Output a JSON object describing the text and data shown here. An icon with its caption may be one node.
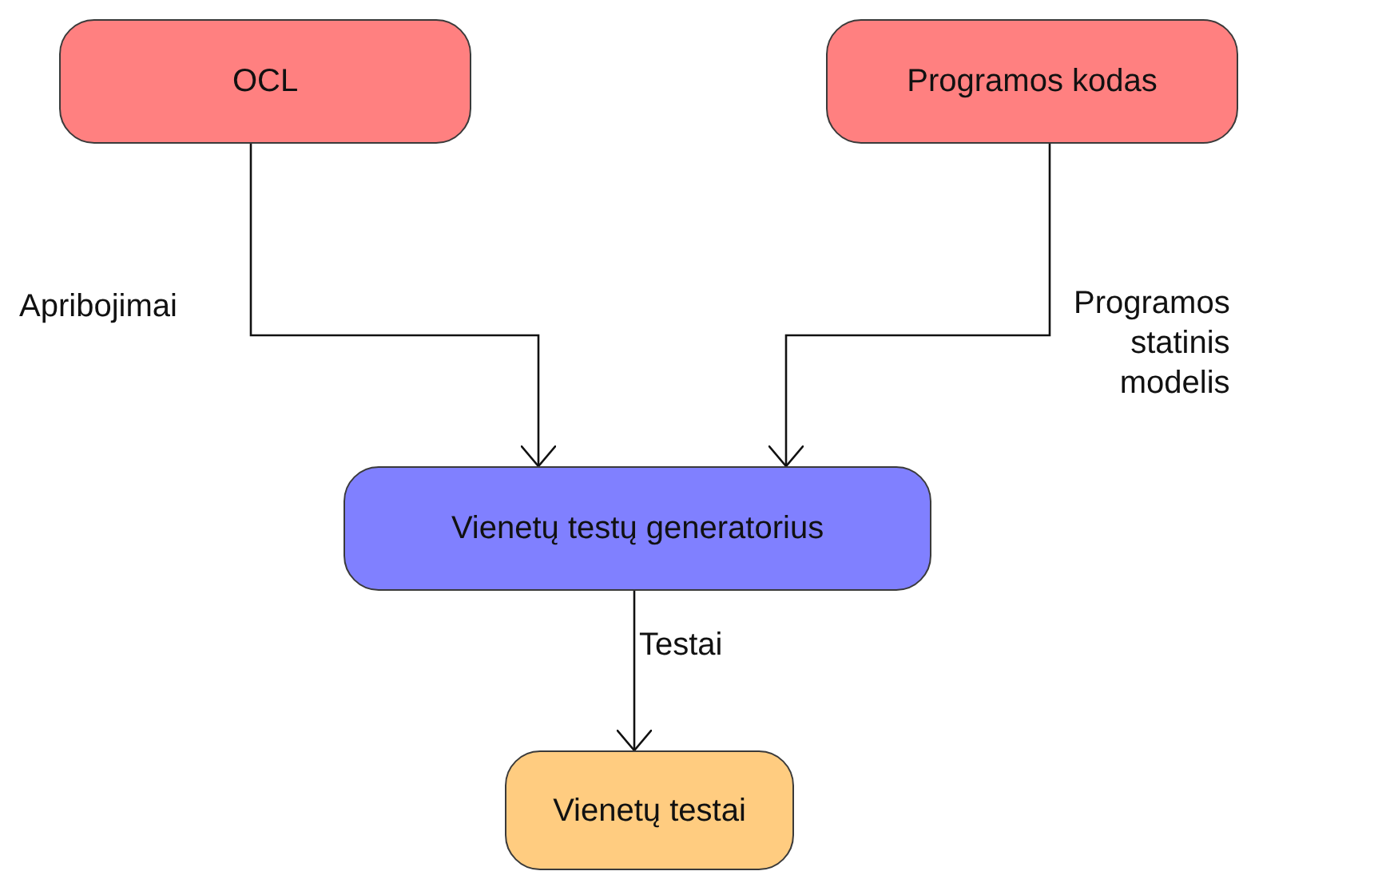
{
  "diagram": {
    "nodes": [
      {
        "text": [
          "OCL"
        ]
      },
      {
        "text": [
          "Programos kodas"
        ]
      },
      {
        "text": [
          "Vienetų testų generatorius"
        ]
      },
      {
        "text": [
          "Vienetų testai"
        ]
      }
    ],
    "edges": [
      {
        "from": 0,
        "to": 2,
        "arrow": "to",
        "label": "Apribojimai"
      },
      {
        "from": 1,
        "to": 2,
        "arrow": "to",
        "label": "Programos statinis modelis"
      },
      {
        "from": 2,
        "to": 3,
        "arrow": "to",
        "label": "Testai"
      }
    ]
  }
}
